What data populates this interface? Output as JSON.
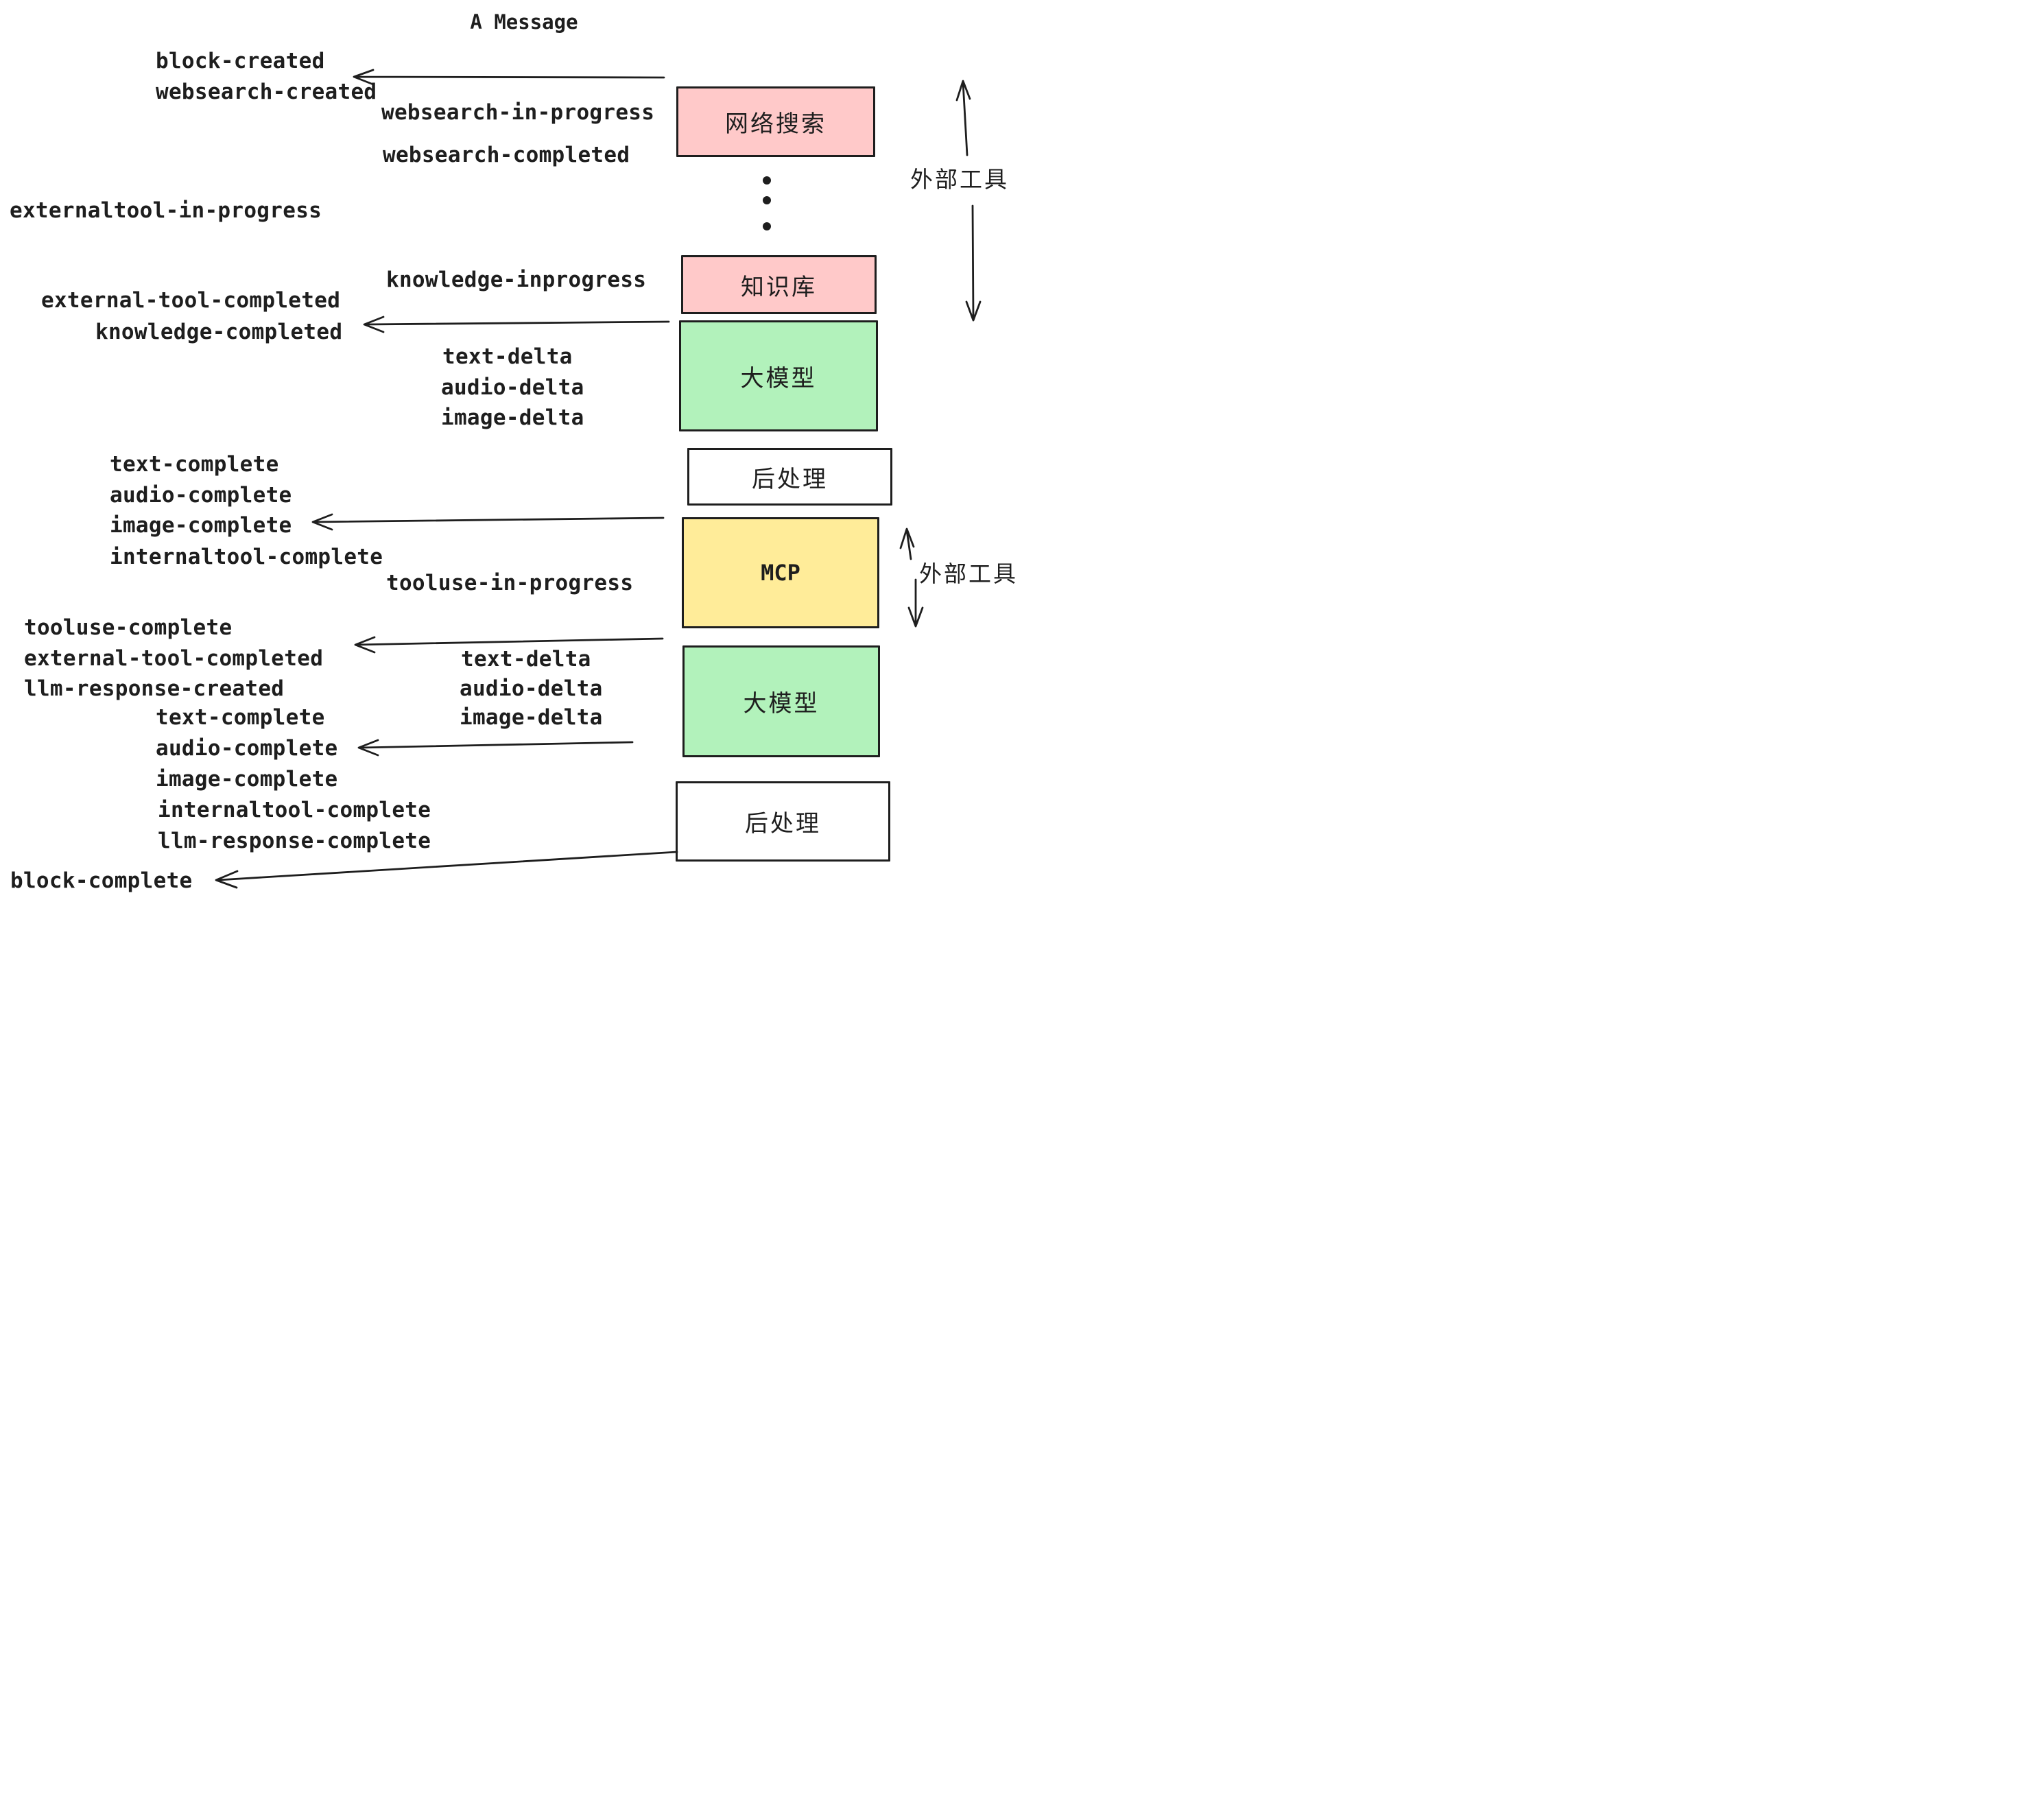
{
  "title": "A Message",
  "events": [
    {
      "text": "block-created"
    },
    {
      "text": "websearch-created"
    },
    {
      "text": "websearch-in-progress"
    },
    {
      "text": "websearch-completed"
    },
    {
      "text": "externaltool-in-progress"
    },
    {
      "text": "knowledge-inprogress"
    },
    {
      "text": "external-tool-completed"
    },
    {
      "text": "knowledge-completed"
    },
    {
      "text": "text-delta"
    },
    {
      "text": "audio-delta"
    },
    {
      "text": "image-delta"
    },
    {
      "text": "text-complete"
    },
    {
      "text": "audio-complete"
    },
    {
      "text": "image-complete"
    },
    {
      "text": "internaltool-complete"
    },
    {
      "text": "tooluse-in-progress"
    },
    {
      "text": "tooluse-complete"
    },
    {
      "text": "external-tool-completed"
    },
    {
      "text": "llm-response-created"
    },
    {
      "text": "text-complete"
    },
    {
      "text": "audio-complete"
    },
    {
      "text": "image-complete"
    },
    {
      "text": "internaltool-complete"
    },
    {
      "text": "llm-response-complete"
    },
    {
      "text": "block-complete"
    },
    {
      "text": "text-delta"
    },
    {
      "text": "audio-delta"
    },
    {
      "text": "image-delta"
    }
  ],
  "boxes": [
    {
      "label": "网络搜索",
      "fill": "#ffc9c9"
    },
    {
      "label": "知识库",
      "fill": "#ffc9c9"
    },
    {
      "label": "大模型",
      "fill": "#b2f2bb"
    },
    {
      "label": "后处理",
      "fill": "#ffffff"
    },
    {
      "label": "MCP",
      "fill": "#ffec99"
    },
    {
      "label": "大模型",
      "fill": "#b2f2bb"
    },
    {
      "label": "后处理",
      "fill": "#ffffff"
    }
  ],
  "side_labels": [
    {
      "text": "外部工具"
    },
    {
      "text": "外部工具"
    }
  ],
  "colors": {
    "ink": "#1e1e1e",
    "pink": "#ffc9c9",
    "green": "#b2f2bb",
    "yellow": "#ffec99",
    "white": "#ffffff"
  }
}
